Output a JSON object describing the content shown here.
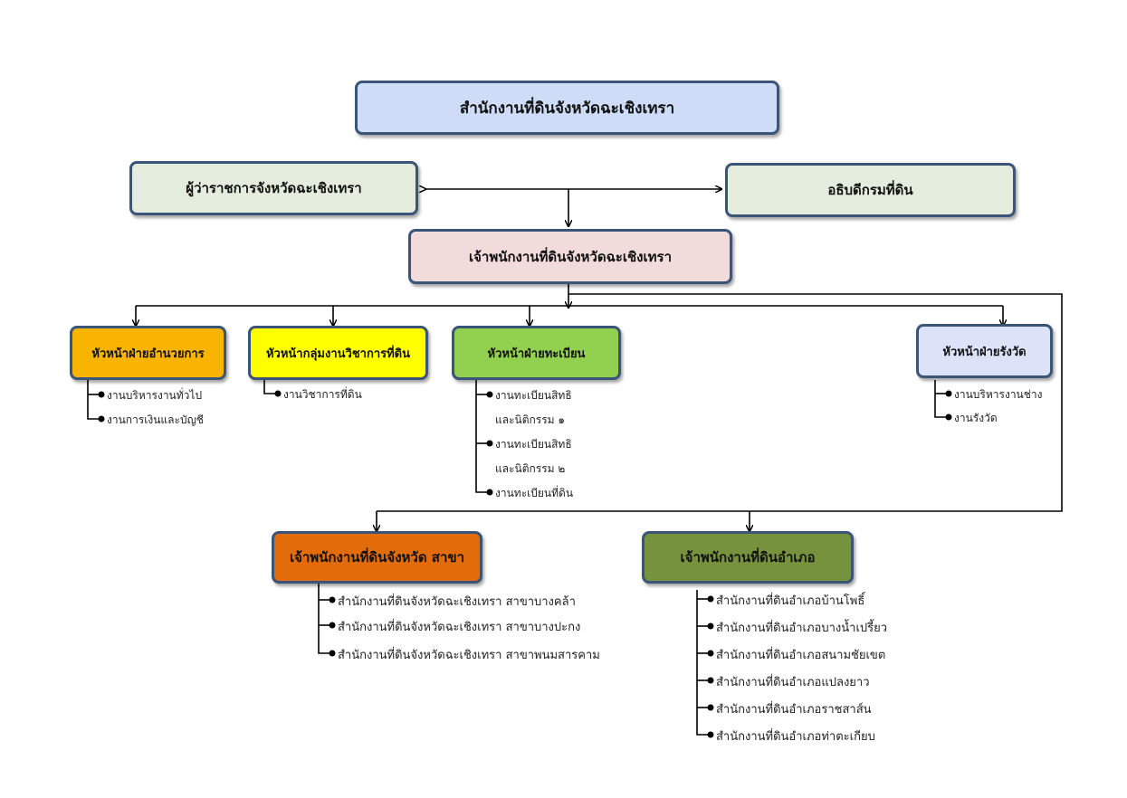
{
  "top": {
    "title": "สำนักงานที่ดินจังหวัดฉะเชิงเทรา"
  },
  "governor": {
    "title": "ผู้ว่าราชการจังหวัดฉะเชิงเทรา"
  },
  "director_general": {
    "title": "อธิบดีกรมที่ดิน"
  },
  "officer": {
    "title": "เจ้าพนักงานที่ดินจังหวัดฉะเชิงเทรา"
  },
  "divisions": {
    "admin": {
      "title": "หัวหน้าฝ่ายอำนวยการ",
      "items": [
        "งานบริหารงานทั่วไป",
        "งานการเงินและบัญชี"
      ]
    },
    "technical": {
      "title": "หัวหน้ากลุ่มงานวิชาการที่ดิน",
      "items": [
        "งานวิชาการที่ดิน"
      ]
    },
    "registration": {
      "title": "หัวหน้าฝ่ายทะเบียน",
      "items": [
        "งานทะเบียนสิทธิ",
        "และนิติกรรม ๑",
        "งานทะเบียนสิทธิ",
        "และนิติกรรม ๒",
        "งานทะเบียนที่ดิน"
      ]
    },
    "survey": {
      "title": "หัวหน้าฝ่ายรังวัด",
      "items": [
        "งานบริหารงานช่าง",
        "งานรังวัด"
      ]
    }
  },
  "branch": {
    "title": "เจ้าพนักงานที่ดินจังหวัด สาขา",
    "items": [
      "สำนักงานที่ดินจังหวัดฉะเชิงเทรา สาขาบางคล้า",
      "สำนักงานที่ดินจังหวัดฉะเชิงเทรา สาขาบางปะกง",
      "สำนักงานที่ดินจังหวัดฉะเชิงเทรา สาขาพนมสารคาม"
    ]
  },
  "district": {
    "title": "เจ้าพนักงานที่ดินอำเภอ",
    "items": [
      "สำนักงานที่ดินอำเภอบ้านโพธิ์",
      "สำนักงานที่ดินอำเภอบางน้ำเปรี้ยว",
      "สำนักงานที่ดินอำเภอสนามชัยเขต",
      "สำนักงานที่ดินอำเภอแปลงยาว",
      "สำนักงานที่ดินอำเภอราชสาส์น",
      "สำนักงานที่ดินอำเภอท่าตะเกียบ"
    ]
  },
  "colors": {
    "top": "#cfdcf7",
    "governor": "#e4ecdd",
    "officer": "#f2dcdb",
    "admin": "#f8b400",
    "technical": "#ffff00",
    "registration": "#92d050",
    "survey": "#dce3f8",
    "branch": "#e26b0a",
    "district": "#76923c",
    "border": "#3a5578"
  }
}
